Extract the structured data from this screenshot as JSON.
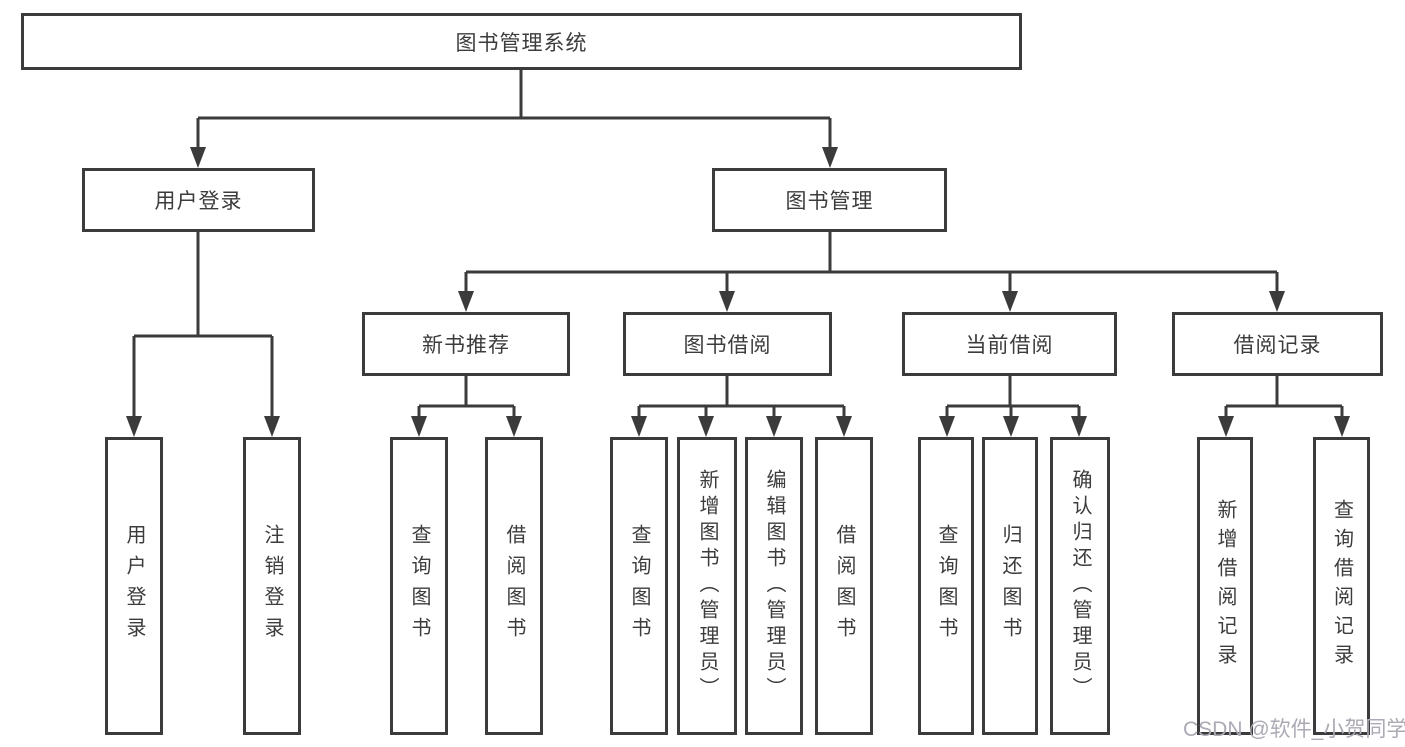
{
  "diagram": {
    "title": "图书管理系统",
    "root": {
      "label": "图书管理系统"
    },
    "branches": [
      {
        "label": "用户登录",
        "children": [
          {
            "label": "用户登录"
          },
          {
            "label": "注销登录"
          }
        ]
      },
      {
        "label": "图书管理",
        "children": [
          {
            "label": "新书推荐",
            "children": [
              {
                "label": "查询图书"
              },
              {
                "label": "借阅图书"
              }
            ]
          },
          {
            "label": "图书借阅",
            "children": [
              {
                "label": "查询图书"
              },
              {
                "label": "新增图书（管理员）"
              },
              {
                "label": "编辑图书（管理员）"
              },
              {
                "label": "借阅图书"
              }
            ]
          },
          {
            "label": "当前借阅",
            "children": [
              {
                "label": "查询图书"
              },
              {
                "label": "归还图书"
              },
              {
                "label": "确认归还（管理员）"
              }
            ]
          },
          {
            "label": "借阅记录",
            "children": [
              {
                "label": "新增借阅记录"
              },
              {
                "label": "查询借阅记录"
              }
            ]
          }
        ]
      }
    ]
  },
  "watermark": {
    "text": "CSDN @软件_小贺同学"
  },
  "colors": {
    "line": "#3b3b3b",
    "text": "#3c3c3c",
    "watermark": "#abaab5",
    "background": "#ffffff"
  }
}
